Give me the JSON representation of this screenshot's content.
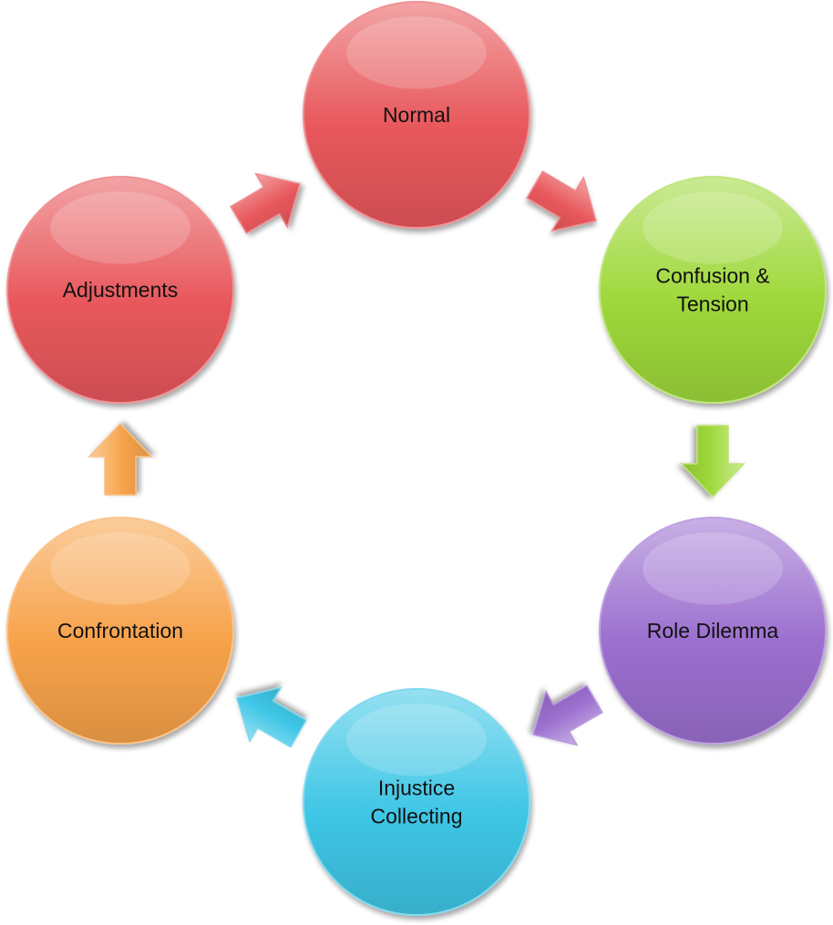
{
  "diagram": {
    "type": "cycle",
    "nodes": [
      {
        "id": "normal",
        "lines": [
          "Normal"
        ],
        "color": "#e8585c"
      },
      {
        "id": "confusion-tension",
        "lines": [
          "Confusion &",
          "Tension"
        ],
        "color": "#9ed83a"
      },
      {
        "id": "role-dilemma",
        "lines": [
          "Role Dilemma"
        ],
        "color": "#9b6fcf"
      },
      {
        "id": "injustice-collecting",
        "lines": [
          "Injustice",
          "Collecting"
        ],
        "color": "#3fc6e6"
      },
      {
        "id": "confrontation",
        "lines": [
          "Confrontation"
        ],
        "color": "#f7a24a"
      },
      {
        "id": "adjustments",
        "lines": [
          "Adjustments"
        ],
        "color": "#e8585c"
      }
    ],
    "arrows": [
      {
        "from": "normal",
        "to": "confusion-tension",
        "color": "#e8585c"
      },
      {
        "from": "confusion-tension",
        "to": "role-dilemma",
        "color": "#9ed83a"
      },
      {
        "from": "role-dilemma",
        "to": "injustice-collecting",
        "color": "#9b6fcf"
      },
      {
        "from": "injustice-collecting",
        "to": "confrontation",
        "color": "#3fc6e6"
      },
      {
        "from": "confrontation",
        "to": "adjustments",
        "color": "#f7a24a"
      },
      {
        "from": "adjustments",
        "to": "normal",
        "color": "#e8585c"
      }
    ]
  }
}
